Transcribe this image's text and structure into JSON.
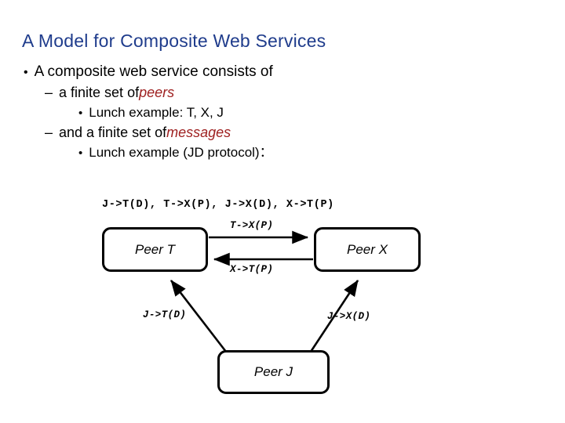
{
  "slide": {
    "title": "A Model for Composite Web Services",
    "title_color": "#1f3c8c",
    "accent_color": "#9e2020",
    "background": "#ffffff"
  },
  "bullets": [
    {
      "level": 1,
      "marker": "•",
      "pre": "A composite web service consists of",
      "emphasis": "",
      "post": ""
    },
    {
      "level": 2,
      "marker": "–",
      "pre": "a finite set of ",
      "emphasis": "peers",
      "post": ""
    },
    {
      "level": 3,
      "marker": "•",
      "pre": "Lunch example: T, X, J",
      "emphasis": "",
      "post": ""
    },
    {
      "level": 2,
      "marker": "–",
      "pre": "and a finite set of ",
      "emphasis": "messages",
      "post": ""
    },
    {
      "level": 3,
      "marker": "•",
      "pre": "Lunch example (JD protocol)：",
      "emphasis": "",
      "post": ""
    }
  ],
  "message_set": "J->T(D), T->X(P), J->X(D), X->T(P)",
  "diagram": {
    "peers": [
      {
        "id": "peer-t",
        "label": "Peer T"
      },
      {
        "id": "peer-x",
        "label": "Peer X"
      },
      {
        "id": "peer-j",
        "label": "Peer J"
      }
    ],
    "edges": [
      {
        "id": "t-to-x",
        "label": "T->X(P)",
        "from": "Peer T",
        "to": "Peer X"
      },
      {
        "id": "x-to-t",
        "label": "X->T(P)",
        "from": "Peer X",
        "to": "Peer T"
      },
      {
        "id": "j-to-t",
        "label": "J->T(D)",
        "from": "Peer J",
        "to": "Peer T"
      },
      {
        "id": "j-to-x",
        "label": "J->X(D)",
        "from": "Peer J",
        "to": "Peer X"
      }
    ]
  }
}
